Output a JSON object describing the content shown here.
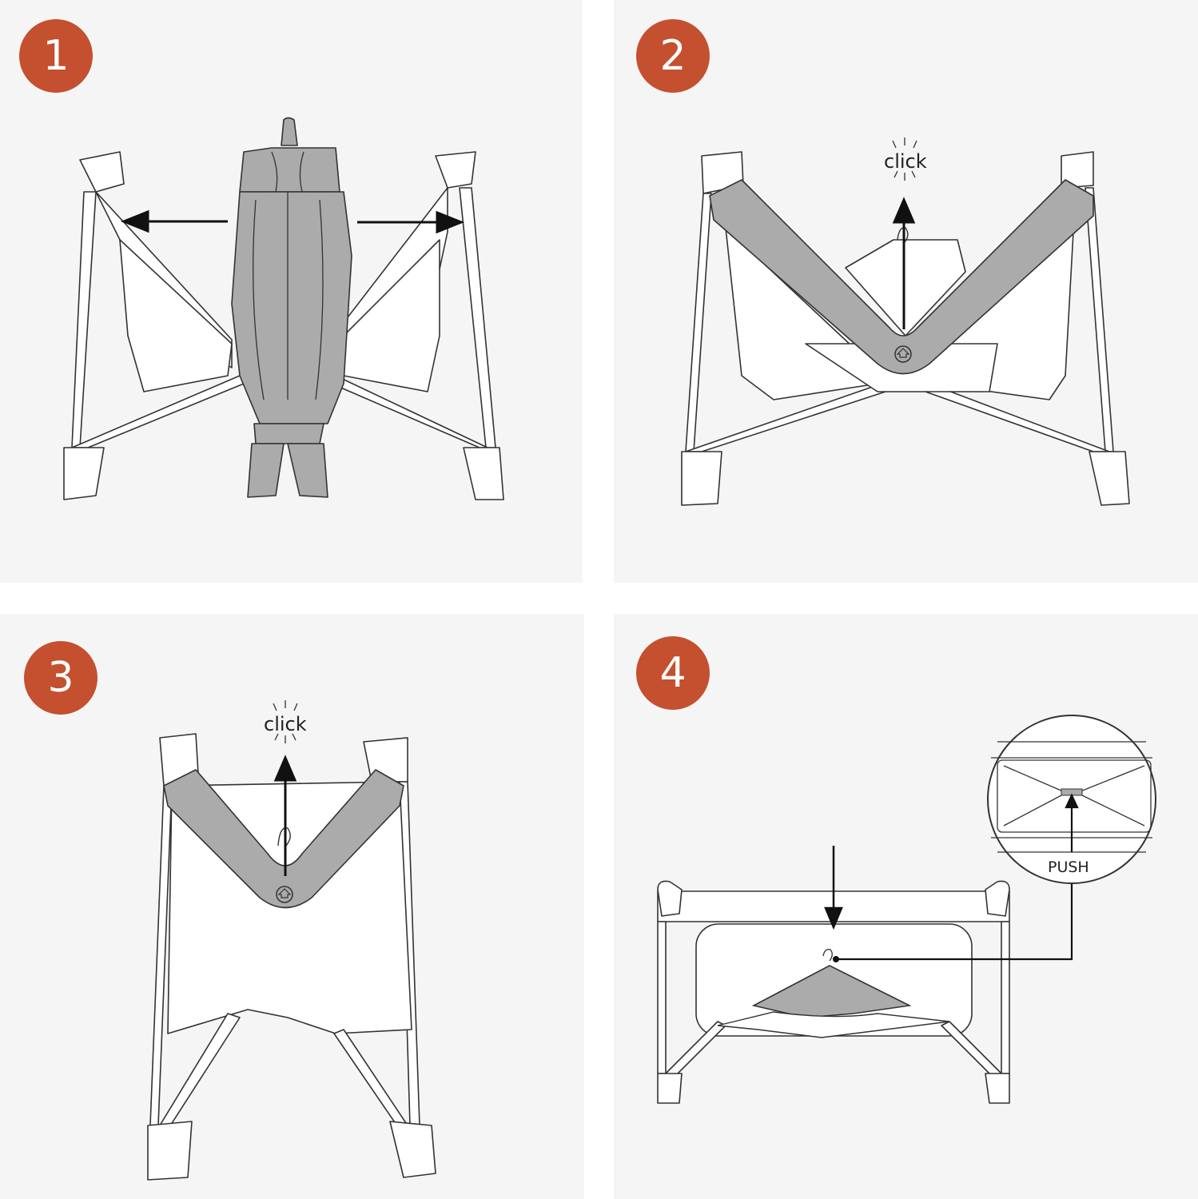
{
  "colors": {
    "badge": "#c4502f",
    "panel_bg": "#f5f5f5",
    "fabric_gray": "#ababab",
    "line": "#333333"
  },
  "steps": [
    {
      "number": "1",
      "icon": "unfold-outward-arrows-icon"
    },
    {
      "number": "2",
      "icon": "lift-top-rails-click-icon",
      "label": "click"
    },
    {
      "number": "3",
      "icon": "lock-top-rails-click-icon",
      "label": "click"
    },
    {
      "number": "4",
      "icon": "push-floor-down-icon",
      "label": "PUSH"
    }
  ]
}
